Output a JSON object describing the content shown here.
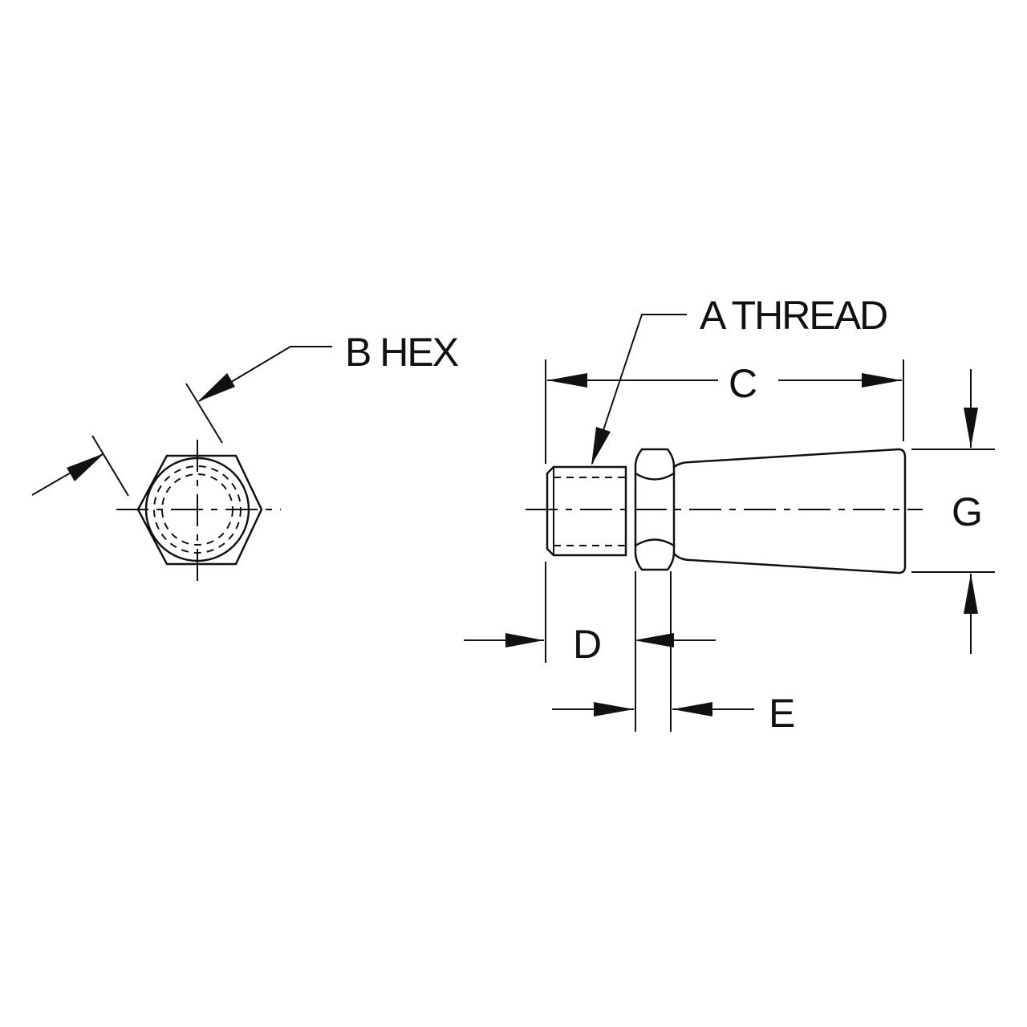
{
  "labels": {
    "a_thread": "A THREAD",
    "b_hex": "B HEX",
    "c": "C",
    "d": "D",
    "e": "E",
    "g": "G"
  },
  "colors": {
    "ink": "#111111",
    "background": "#ffffff"
  }
}
